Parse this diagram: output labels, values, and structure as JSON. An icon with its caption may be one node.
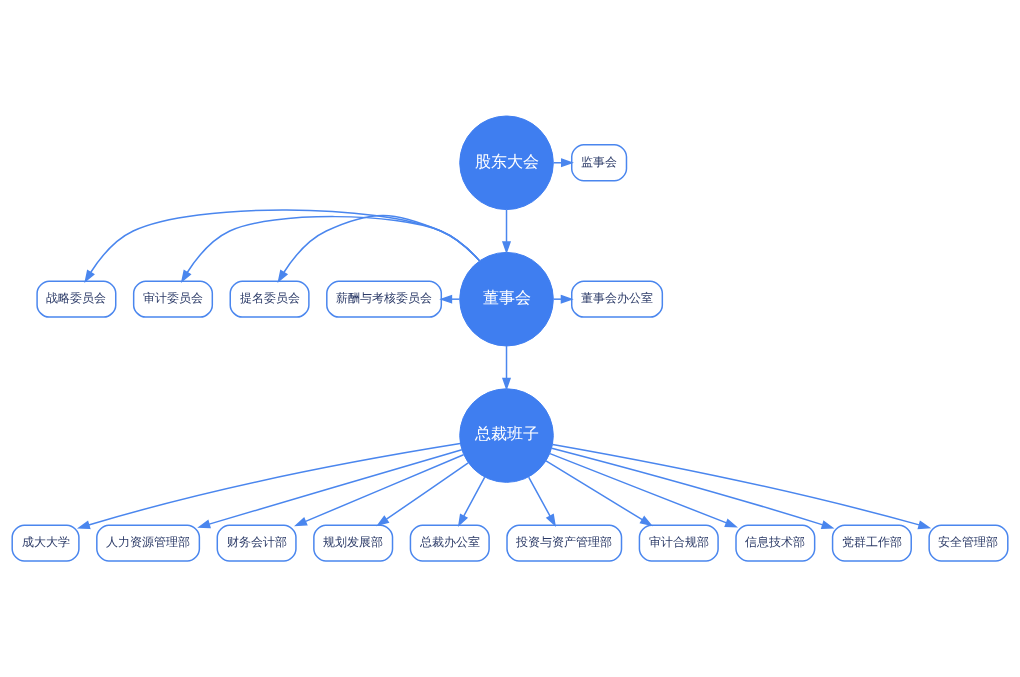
{
  "diagram": {
    "nodes": [
      {
        "text": [
          "股东大会"
        ]
      },
      {
        "text": [
          "董事会"
        ]
      },
      {
        "text": [
          "总裁班子"
        ]
      },
      {
        "text": [
          "战略委员会"
        ]
      },
      {
        "text": [
          "审计委员会"
        ]
      },
      {
        "text": [
          "提名委员会"
        ]
      },
      {
        "text": [
          "薪酬与考核委员会"
        ]
      },
      {
        "text": [
          "监事会"
        ]
      },
      {
        "text": [
          "董事会办公室"
        ]
      },
      {
        "text": [
          "成大大学"
        ]
      },
      {
        "text": [
          "人力资源管理部"
        ]
      },
      {
        "text": [
          "财务会计部"
        ]
      },
      {
        "text": [
          "规划发展部"
        ]
      },
      {
        "text": [
          "总裁办公室"
        ]
      },
      {
        "text": [
          "投资与资产管理部"
        ]
      },
      {
        "text": [
          "审计合规部"
        ]
      },
      {
        "text": [
          "信息技术部"
        ]
      },
      {
        "text": [
          "党群工作部"
        ]
      },
      {
        "text": [
          "安全管理部"
        ]
      }
    ],
    "edges": [
      {
        "from": 0,
        "to": 1,
        "arrow": "to"
      },
      {
        "from": 1,
        "to": 2,
        "arrow": "to"
      },
      {
        "from": 0,
        "to": 7,
        "arrow": "to"
      },
      {
        "from": 1,
        "to": 3,
        "arrow": "to"
      },
      {
        "from": 1,
        "to": 4,
        "arrow": "to"
      },
      {
        "from": 1,
        "to": 5,
        "arrow": "to"
      },
      {
        "from": 1,
        "to": 6,
        "arrow": "to"
      },
      {
        "from": 1,
        "to": 8,
        "arrow": "to"
      },
      {
        "from": 2,
        "to": 9,
        "arrow": "to"
      },
      {
        "from": 2,
        "to": 10,
        "arrow": "to"
      },
      {
        "from": 2,
        "to": 11,
        "arrow": "to"
      },
      {
        "from": 2,
        "to": 12,
        "arrow": "to"
      },
      {
        "from": 2,
        "to": 13,
        "arrow": "to"
      },
      {
        "from": 2,
        "to": 14,
        "arrow": "to"
      },
      {
        "from": 2,
        "to": 15,
        "arrow": "to"
      },
      {
        "from": 2,
        "to": 16,
        "arrow": "to"
      },
      {
        "from": 2,
        "to": 17,
        "arrow": "to"
      },
      {
        "from": 2,
        "to": 18,
        "arrow": "to"
      }
    ]
  }
}
